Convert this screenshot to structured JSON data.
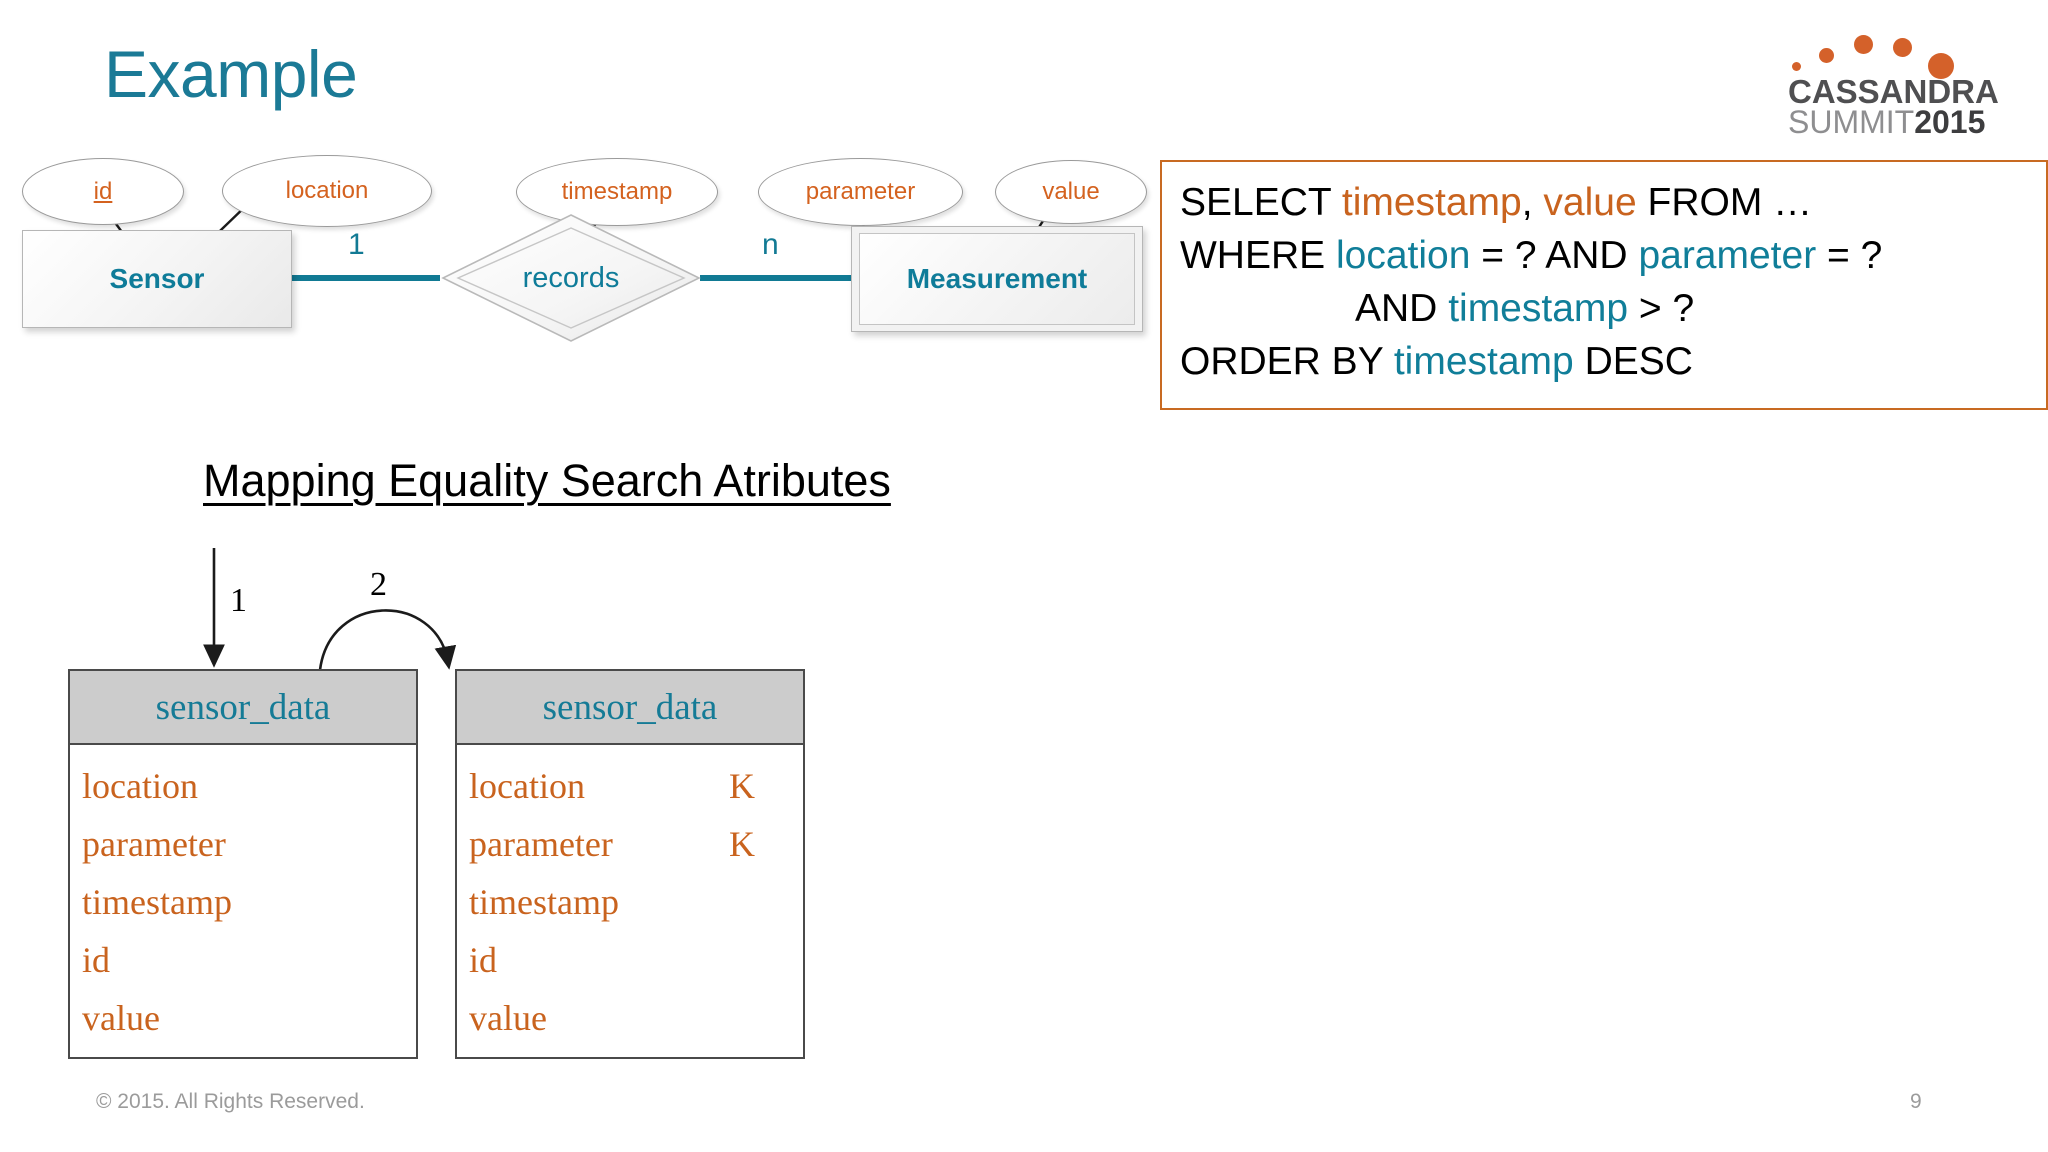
{
  "slide": {
    "title": "Example",
    "page_number": "9",
    "copyright": "© 2015. All Rights Reserved."
  },
  "logo": {
    "line1": "CASSANDRA",
    "line2_light": "SUMMIT",
    "line2_bold": "2015",
    "dot_color": "#d4612a",
    "text_color": "#4f4f51"
  },
  "er_diagram": {
    "attributes": [
      {
        "label": "id",
        "primary_key": true
      },
      {
        "label": "location",
        "primary_key": false
      },
      {
        "label": "timestamp",
        "primary_key": false
      },
      {
        "label": "parameter",
        "primary_key": false
      },
      {
        "label": "value",
        "primary_key": false
      }
    ],
    "entities": [
      {
        "label": "Sensor",
        "weak": false
      },
      {
        "label": "Measurement",
        "weak": true
      }
    ],
    "relationship": {
      "label": "records",
      "identifying": true
    },
    "cardinality_left": "1",
    "cardinality_right": "n",
    "entity_color": "#0f7c99",
    "attribute_color": "#d4621f",
    "connector_color": "#127a94"
  },
  "sql_box": {
    "border_color": "#c86a22",
    "lines": [
      {
        "indent": false,
        "tokens": [
          {
            "t": "SELECT ",
            "c": "black"
          },
          {
            "t": "timestamp",
            "c": "orange"
          },
          {
            "t": ", ",
            "c": "black"
          },
          {
            "t": "value",
            "c": "orange"
          },
          {
            "t": " FROM …",
            "c": "black"
          }
        ]
      },
      {
        "indent": false,
        "tokens": [
          {
            "t": "WHERE ",
            "c": "black"
          },
          {
            "t": "location",
            "c": "teal"
          },
          {
            "t": " = ? AND ",
            "c": "black"
          },
          {
            "t": "parameter",
            "c": "teal"
          },
          {
            "t": " = ?",
            "c": "black"
          }
        ]
      },
      {
        "indent": true,
        "tokens": [
          {
            "t": "AND ",
            "c": "black"
          },
          {
            "t": "timestamp",
            "c": "teal"
          },
          {
            "t": " > ?",
            "c": "black"
          }
        ]
      },
      {
        "indent": false,
        "tokens": [
          {
            "t": "ORDER BY ",
            "c": "black"
          },
          {
            "t": "timestamp",
            "c": "teal"
          },
          {
            "t": " DESC",
            "c": "black"
          }
        ]
      }
    ]
  },
  "mapping": {
    "heading": "Mapping Equality Search Atributes",
    "arrow_labels": [
      "1",
      "2"
    ]
  },
  "cql_tables": [
    {
      "title": "sensor_data",
      "columns": [
        {
          "name": "location",
          "key": ""
        },
        {
          "name": "parameter",
          "key": ""
        },
        {
          "name": "timestamp",
          "key": ""
        },
        {
          "name": "id",
          "key": ""
        },
        {
          "name": "value",
          "key": ""
        }
      ]
    },
    {
      "title": "sensor_data",
      "columns": [
        {
          "name": "location",
          "key": "K"
        },
        {
          "name": "parameter",
          "key": "K"
        },
        {
          "name": "timestamp",
          "key": ""
        },
        {
          "name": "id",
          "key": ""
        },
        {
          "name": "value",
          "key": ""
        }
      ]
    }
  ]
}
